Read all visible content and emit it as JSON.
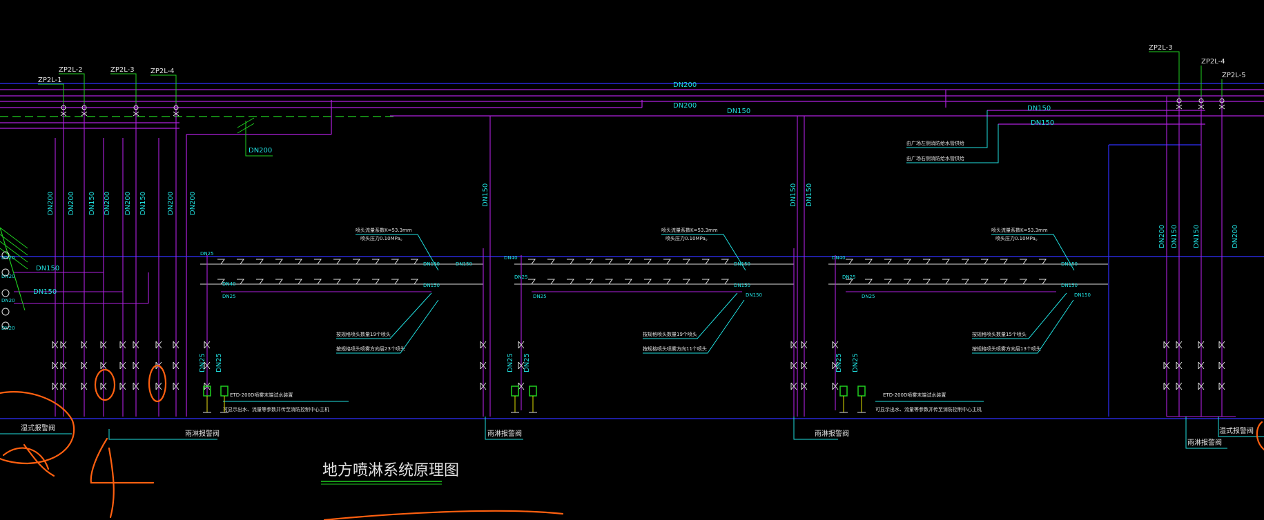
{
  "drawing": {
    "title": "地方喷淋系统原理图",
    "colors": {
      "background": "#000000",
      "blue_pipe": "#3030ff",
      "purple_pipe": "#b020e0",
      "white_pipe": "#e0e0e0",
      "green": "#20d020",
      "cyan": "#20e0e0",
      "yellow": "#e0e000",
      "orange_markup": "#ff6010"
    },
    "riser_tags": [
      "ZP2L-1",
      "ZP2L-2",
      "ZP2L-3",
      "ZP2L-4",
      "ZP2L-3",
      "ZP2L-4",
      "ZP2L-5"
    ],
    "main_pipe_labels": [
      "DN200",
      "DN200",
      "DN150",
      "DN150",
      "DN150",
      "DN200"
    ],
    "left_riser_labels": [
      "DN200",
      "DN200",
      "DN150",
      "DN200",
      "DN200",
      "DN150",
      "DN200",
      "DN200"
    ],
    "right_riser_labels": [
      "DN200",
      "DN150",
      "DN150",
      "DN200"
    ],
    "mid_riser_labels": [
      "DN150",
      "DN150",
      "DN150"
    ],
    "branch_labels": [
      "DN150",
      "DN150"
    ],
    "left_manifold_labels": [
      "DN20",
      "DN20",
      "DN20",
      "DN20"
    ],
    "zone_a": {
      "spec": [
        "喷头流量系数K=53.3mm",
        "喷头压力0.10MPa。"
      ],
      "pipe": [
        "DN25",
        "DN40",
        "DN25",
        "DN150",
        "DN150",
        "DN150"
      ],
      "count_notes": [
        "按规格喷头数量19个喷头",
        "按规格喷头喷雾方向层23个喷头"
      ],
      "drop_labels": [
        "DN25",
        "DN25"
      ],
      "alarm_note": [
        "ETD-200D喷雾末端试水装置",
        "可显示出水、流量等参数并传至消防控制中心主机"
      ],
      "valve_label": "雨淋报警阀"
    },
    "zone_b": {
      "spec": [
        "喷头流量系数K=53.3mm",
        "喷头压力0.10MPa。"
      ],
      "pipe": [
        "DN25",
        "DN40",
        "DN25",
        "DN150",
        "DN150",
        "DN150"
      ],
      "count_notes": [
        "按规格喷头数量19个喷头",
        "按规格喷头喷雾方向11个喷头"
      ],
      "drop_labels": [
        "DN25",
        "DN25"
      ],
      "valve_label": "雨淋报警阀"
    },
    "zone_c": {
      "spec": [
        "喷头流量系数K=53.3mm",
        "喷头压力0.10MPa。"
      ],
      "pipe": [
        "DN25",
        "DN40",
        "DN25",
        "DN150",
        "DN150",
        "DN150"
      ],
      "count_notes": [
        "按规格喷头数量15个喷头",
        "按规格喷头喷雾方向层13个喷头"
      ],
      "drop_labels": [
        "DN25",
        "DN25"
      ],
      "alarm_note": [
        "ETD-200D喷雾末端试水装置",
        "可显示出水、流量等参数并传至消防控制中心主机"
      ],
      "valve_label": "雨淋报警阀"
    },
    "right_notes": [
      "由广场左侧消防给水管供给",
      "由广场右侧消防给水管供给"
    ],
    "bottom_valve_labels": [
      "湿式报警阀",
      "雨淋报警阀",
      "雨淋报警阀",
      "雨淋报警阀",
      "雨淋报警阀",
      "湿式报警阀"
    ],
    "markup": "markup-scribbles"
  }
}
